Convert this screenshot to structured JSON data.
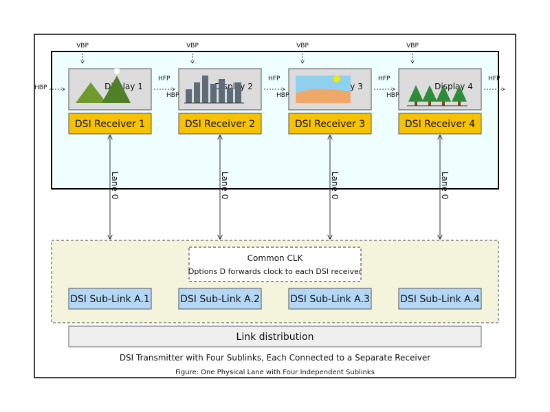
{
  "timing": {
    "vbp": "VBP",
    "hbp": "HBP",
    "hfp": "HFP"
  },
  "displays": [
    {
      "label": "Display 1",
      "receiver": "DSI Receiver 1",
      "lane": "Lane 0",
      "sublink": "DSI Sub-Link A.1",
      "icon": "mountains-icon"
    },
    {
      "label": "Display 2",
      "receiver": "DSI Receiver 2",
      "lane": "Lane 0",
      "sublink": "DSI Sub-Link A.2",
      "icon": "bar-chart-icon"
    },
    {
      "label": "Display 3",
      "receiver": "DSI Receiver 3",
      "lane": "Lane 0",
      "sublink": "DSI Sub-Link A.3",
      "icon": "beach-icon"
    },
    {
      "label": "Display 4",
      "receiver": "DSI Receiver 4",
      "lane": "Lane 0",
      "sublink": "DSI Sub-Link A.4",
      "icon": "trees-icon"
    }
  ],
  "clock": {
    "title": "Common CLK",
    "subtitle": "Options D forwards clock to each DSI receiver"
  },
  "link_distribution": "Link distribution",
  "caption": "DSI Transmitter with Four Sublinks, Each Connected to a Separate Receiver",
  "figure_caption": "Figure: One Physical Lane with Four Independent Sublinks",
  "colors": {
    "receiver_fill": "#f7c200",
    "sublink_fill": "#b3d7f5",
    "display_fill": "#dcdcdc",
    "receiver_area_fill": "#effefe",
    "transmitter_area_fill": "#f4f4dc"
  }
}
